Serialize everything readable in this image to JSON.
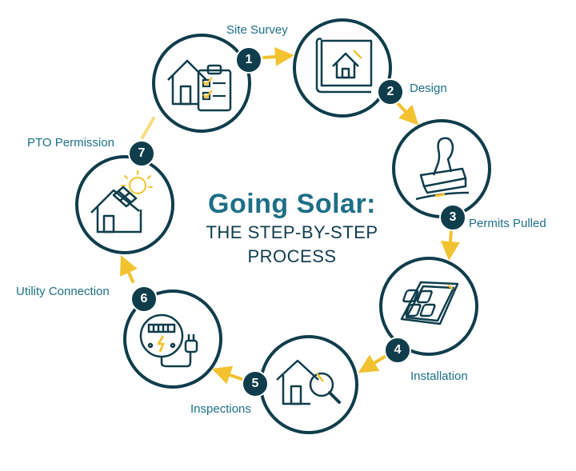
{
  "title": {
    "main": "Going Solar:",
    "sub_line1": "THE STEP-BY-STEP",
    "sub_line2": "PROCESS"
  },
  "colors": {
    "ring": "#0f3d4c",
    "label": "#1d6f86",
    "arrow": "#f2c230",
    "accent": "#f2c230"
  },
  "steps": [
    {
      "number": "1",
      "label": "Site Survey",
      "icon": "house-clipboard-icon"
    },
    {
      "number": "2",
      "label": "Design",
      "icon": "blueprint-house-icon"
    },
    {
      "number": "3",
      "label": "Permits Pulled",
      "icon": "stamp-icon"
    },
    {
      "number": "4",
      "label": "Installation",
      "icon": "solar-panel-icon"
    },
    {
      "number": "5",
      "label": "Inspections",
      "icon": "house-magnifier-icon"
    },
    {
      "number": "6",
      "label": "Utility Connection",
      "icon": "meter-plug-icon"
    },
    {
      "number": "7",
      "label": "PTO Permission",
      "icon": "solar-house-sun-icon"
    }
  ]
}
